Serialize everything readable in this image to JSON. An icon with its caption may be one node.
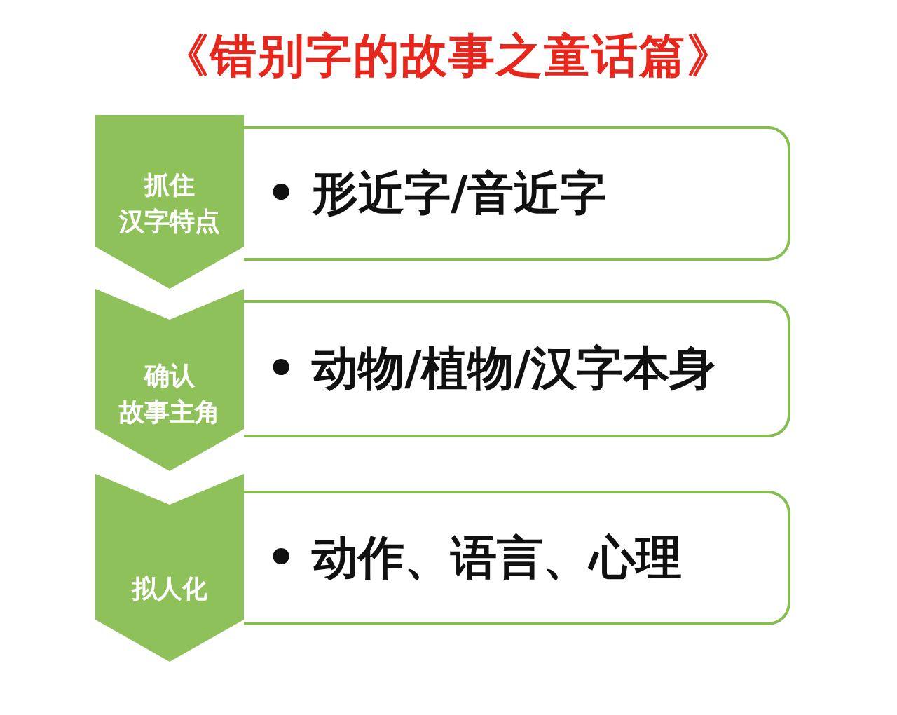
{
  "diagram": {
    "title": "《错别字的故事之童话篇》",
    "nodes": [
      {
        "text": [
          "抓住汉字特点"
        ]
      },
      {
        "text": [
          "• 形近字/音近字"
        ]
      },
      {
        "text": [
          "确认故事主角"
        ]
      },
      {
        "text": [
          "• 动物/植物/汉字本身"
        ]
      },
      {
        "text": [
          "拟人化"
        ]
      },
      {
        "text": [
          "• 动作、语言、心理"
        ]
      }
    ]
  }
}
